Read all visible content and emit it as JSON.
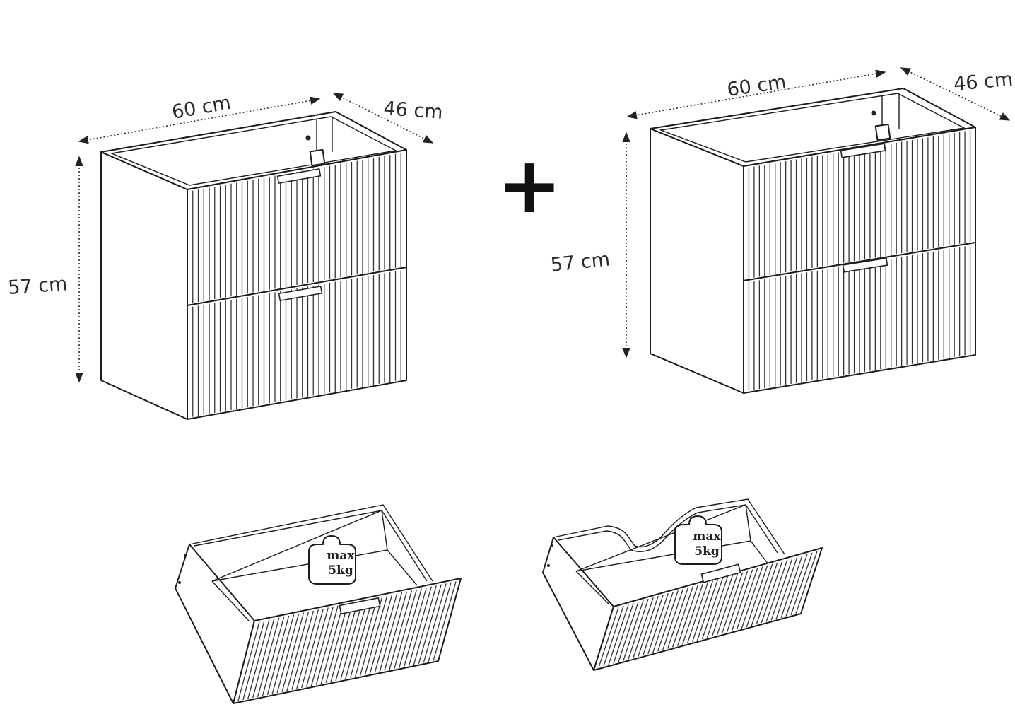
{
  "cabinet_left": {
    "width_label": "60 cm",
    "depth_label": "46 cm",
    "height_label": "57 cm"
  },
  "cabinet_right": {
    "width_label": "60 cm",
    "depth_label": "46 cm",
    "height_label": "57 cm"
  },
  "plus_symbol": "+",
  "drawer_left": {
    "weight_line1": "max",
    "weight_line2": "5kg"
  },
  "drawer_right": {
    "weight_line1": "max",
    "weight_line2": "5kg"
  }
}
